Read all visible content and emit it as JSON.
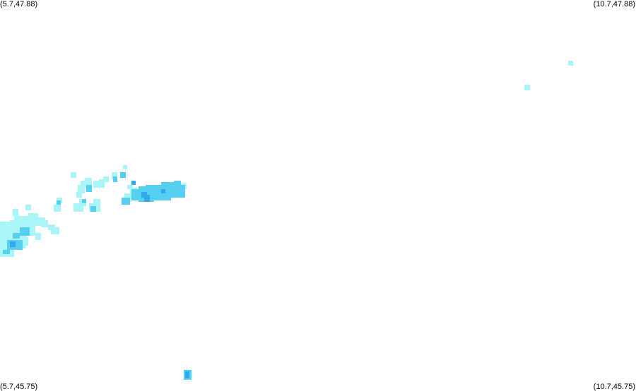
{
  "map": {
    "corners": {
      "top_left": "(5.7,47.88)",
      "top_right": "(10.7,47.88)",
      "bottom_left": "(5.7,45.75)",
      "bottom_right": "(10.7,45.75)"
    },
    "bounds": {
      "lon_min": 5.7,
      "lon_max": 10.7,
      "lat_min": 45.75,
      "lat_max": 47.88
    },
    "colors": {
      "light": "#aaf5f8",
      "medium": "#55d0f0",
      "strong": "#35a8ec",
      "background": "#ffffff"
    }
  }
}
